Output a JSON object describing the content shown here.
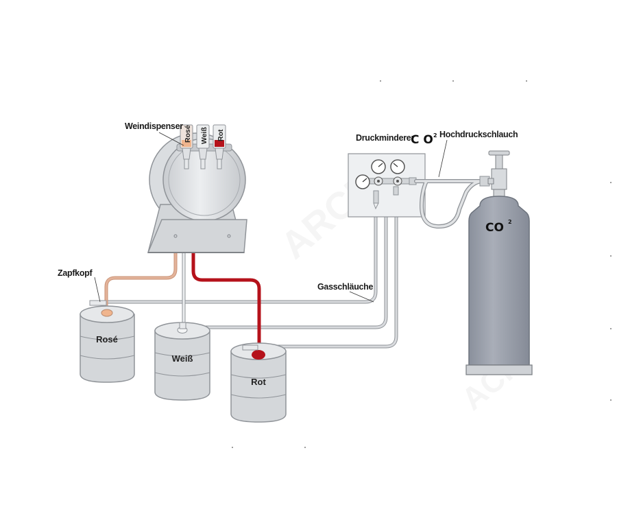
{
  "labels": {
    "weindispenser": "Weindispenser",
    "druckminderer": "Druckminderer",
    "co2_symbol": "C O",
    "co2_sub": "2",
    "hochdruckschlauch": "Hochdruckschlauch",
    "zapfkopf": "Zapfkopf",
    "gasschlaeuche": "Gasschläuche",
    "cylinder_co2": "CO",
    "cylinder_sub": "2"
  },
  "taps": [
    "Rosé",
    "Weiß",
    "Rot"
  ],
  "kegs": [
    "Rosé",
    "Weiß",
    "Rot"
  ],
  "colors": {
    "rose_line": "#e3b39a",
    "rose_fill": "#f0b58e",
    "red_line": "#b5121b",
    "gas_line": "#b9bcc0",
    "steel": "#d6d8db",
    "steel_dark": "#9ea2a7",
    "cylinder": "#9aa0ac",
    "panel": "#eef0f2"
  }
}
